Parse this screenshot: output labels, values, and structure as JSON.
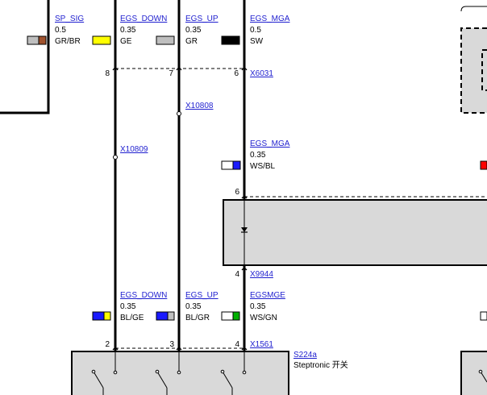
{
  "wires": {
    "sp_sig": {
      "name": "SP_SIG",
      "size": "0.5",
      "color": "GR/BR",
      "swatch": [
        "#bfbfbf",
        "#a0522d"
      ]
    },
    "egs_down_top": {
      "name": "EGS_DOWN",
      "size": "0.35",
      "color": "GE",
      "swatch": [
        "#ffff00"
      ]
    },
    "egs_up_top": {
      "name": "EGS_UP",
      "size": "0.35",
      "color": "GR",
      "swatch": [
        "#bfbfbf"
      ]
    },
    "egs_mga_top": {
      "name": "EGS_MGA",
      "size": "0.5",
      "color": "SW",
      "swatch": [
        "#000000"
      ]
    },
    "egs_mga_mid": {
      "name": "EGS_MGA",
      "size": "0.35",
      "color": "WS/BL",
      "swatch": [
        "#ffffff",
        "#1a1aff"
      ]
    },
    "egs_down_bot": {
      "name": "EGS_DOWN",
      "size": "0.35",
      "color": "BL/GE",
      "swatch": [
        "#1a1aff",
        "#ffff00"
      ]
    },
    "egs_up_bot": {
      "name": "EGS_UP",
      "size": "0.35",
      "color": "BL/GR",
      "swatch": [
        "#1a1aff",
        "#bfbfbf"
      ]
    },
    "egsmge_bot": {
      "name": "EGSMGE",
      "size": "0.35",
      "color": "WS/GN",
      "swatch": [
        "#ffffff",
        "#00b000"
      ]
    }
  },
  "connectors": {
    "x6031": {
      "name": "X6031",
      "pins": [
        "8",
        "7",
        "6"
      ]
    },
    "x10808": {
      "name": "X10808"
    },
    "x10809": {
      "name": "X10809"
    },
    "x9944": {
      "name": "X9944",
      "pins": [
        "6",
        "4"
      ]
    },
    "x1561": {
      "name": "X1561",
      "pins": [
        "2",
        "3",
        "4"
      ]
    }
  },
  "component": {
    "id": "S224a",
    "name": "Steptronic 开关"
  },
  "colors": {
    "wire": "#000000",
    "box_fill": "#d9d9d9",
    "link": "#1f1fcf",
    "red_marker": "#ff0000"
  }
}
